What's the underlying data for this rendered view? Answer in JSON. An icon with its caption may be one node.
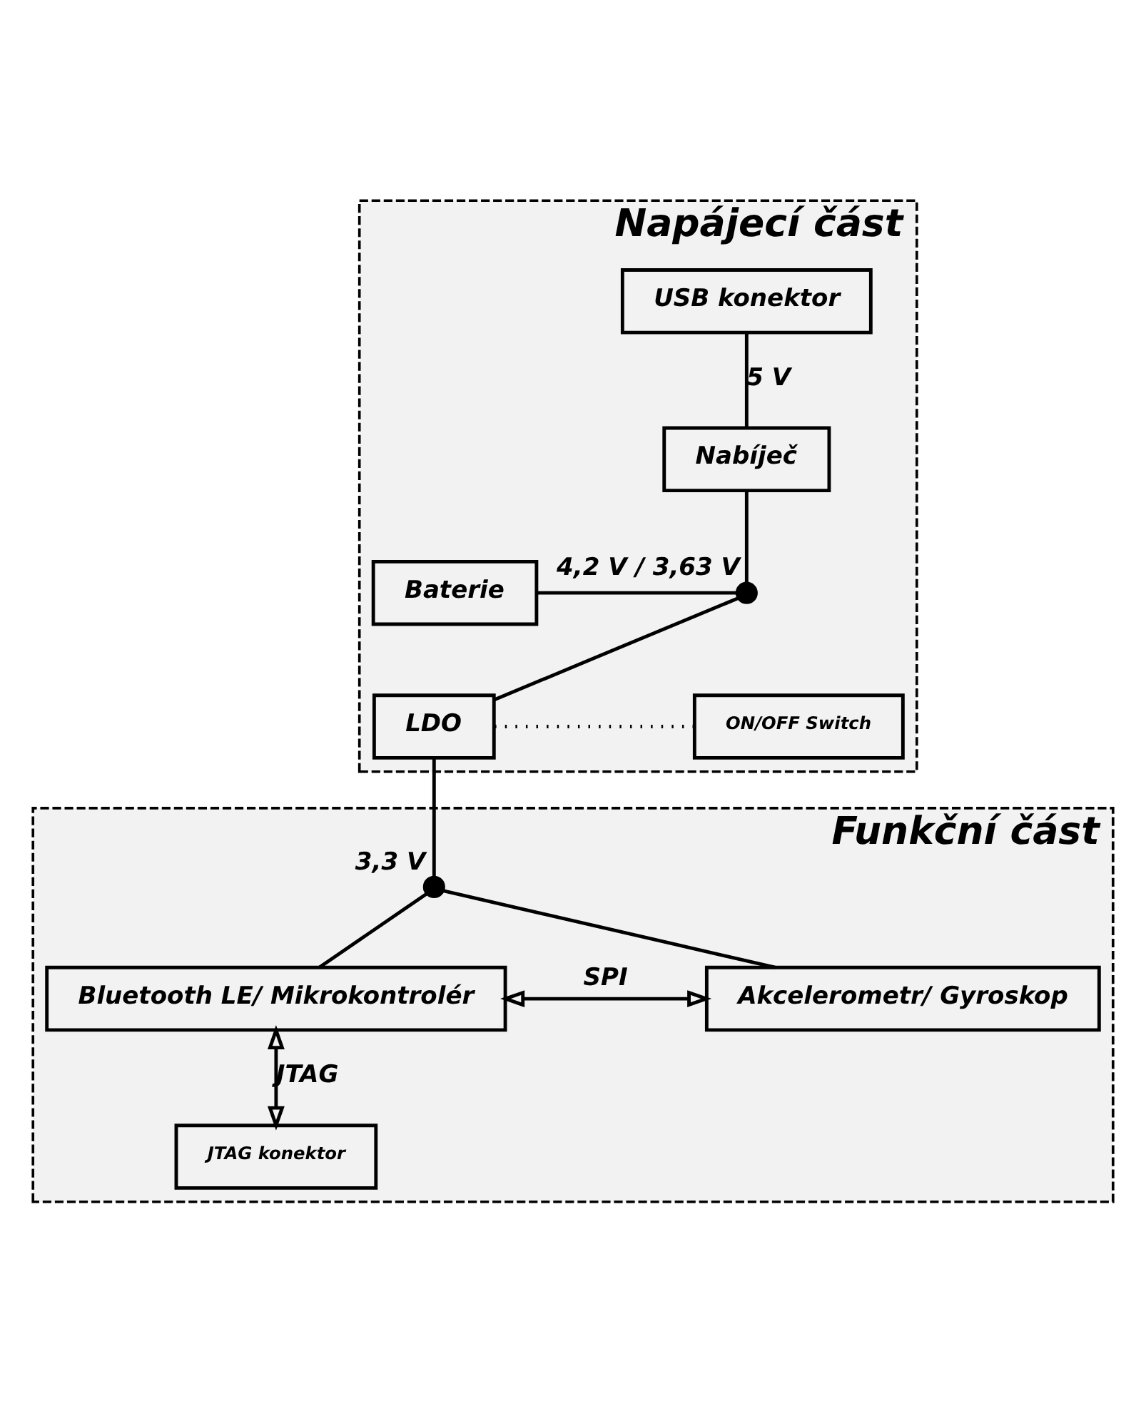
{
  "diagram": {
    "nodes": [
      {
        "text": [
          "Napájecí část"
        ]
      },
      {
        "text": [
          "USB konektor"
        ],
        "in": 0
      },
      {
        "text": [
          "Nabíječ"
        ],
        "in": 0
      },
      {
        "text": [
          "Baterie"
        ],
        "in": 0
      },
      {
        "text": [],
        "shape": "circle",
        "in": 0,
        "beside": [
          "4,2 V / 3,63 V"
        ]
      },
      {
        "text": [
          "LDO"
        ],
        "in": 0
      },
      {
        "text": [
          "ON/OFF Switch"
        ],
        "in": 0
      },
      {
        "text": [
          "Funkční část"
        ]
      },
      {
        "text": [],
        "shape": "circle",
        "in": 7,
        "beside": [
          "3,3 V"
        ]
      },
      {
        "text": [
          "Bluetooth LE/ Mikrokontrolér"
        ],
        "in": 7
      },
      {
        "text": [
          "Akcelerometr/ Gyroskop"
        ],
        "in": 7
      },
      {
        "text": [
          "JTAG konektor"
        ],
        "in": 7
      }
    ],
    "edges": [
      {
        "from": 1,
        "to": 2,
        "arrow": "none",
        "label": "5 V"
      },
      {
        "from": 2,
        "to": 4,
        "arrow": "none"
      },
      {
        "from": 3,
        "to": 4,
        "arrow": "none"
      },
      {
        "from": 4,
        "to": 5,
        "arrow": "none"
      },
      {
        "from": 5,
        "to": 6,
        "arrow": "none",
        "style": "dashed"
      },
      {
        "from": 5,
        "to": 8,
        "arrow": "none"
      },
      {
        "from": 8,
        "to": 9,
        "arrow": "none"
      },
      {
        "from": 8,
        "to": 10,
        "arrow": "none"
      },
      {
        "from": 9,
        "to": 10,
        "arrow": "both",
        "label": "SPI"
      },
      {
        "from": 9,
        "to": 11,
        "arrow": "both",
        "label": "JTAG"
      }
    ]
  }
}
